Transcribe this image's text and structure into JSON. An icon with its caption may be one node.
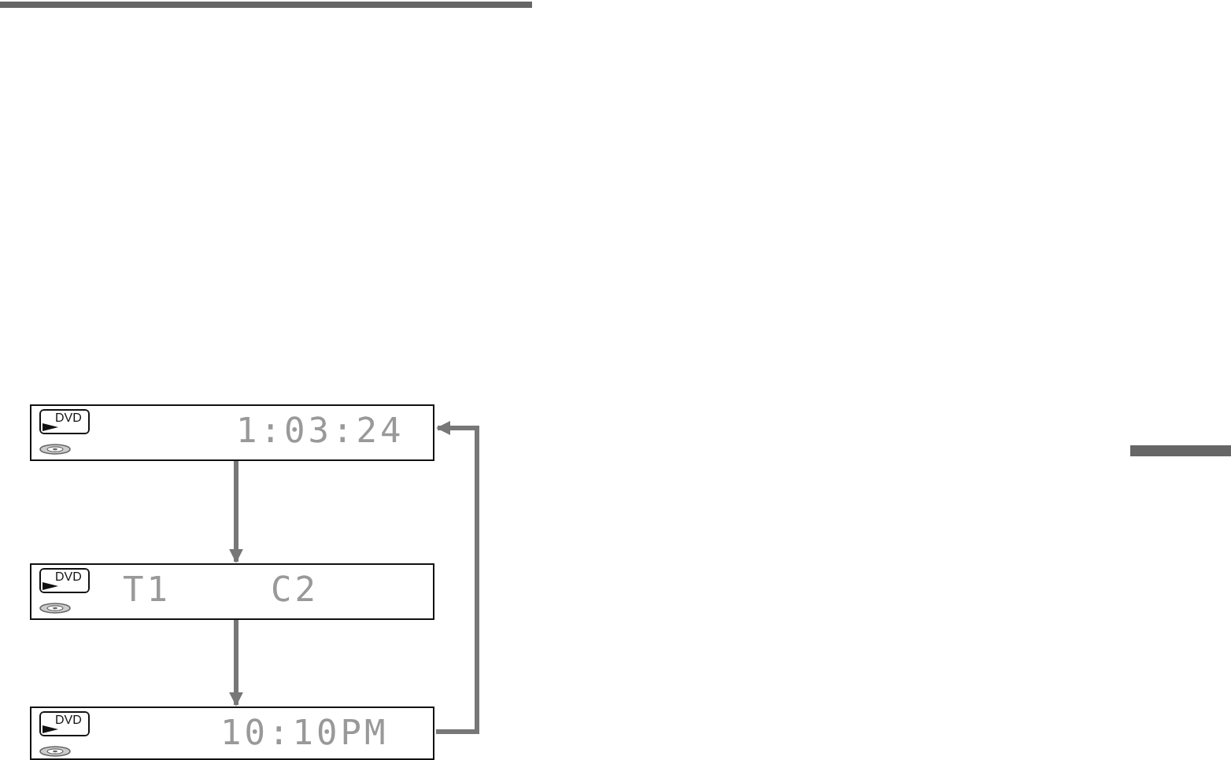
{
  "diagram": {
    "nodes": [
      {
        "text": [
          "DVD",
          "1:03:24"
        ]
      },
      {
        "text": [
          "DVD",
          "T1",
          "C2"
        ]
      },
      {
        "text": [
          "DVD",
          "10:10PM"
        ]
      }
    ],
    "edges": [
      {
        "from": 0,
        "to": 1,
        "arrow": "to"
      },
      {
        "from": 1,
        "to": 2,
        "arrow": "to"
      },
      {
        "from": 2,
        "to": 0,
        "arrow": "to"
      }
    ]
  }
}
